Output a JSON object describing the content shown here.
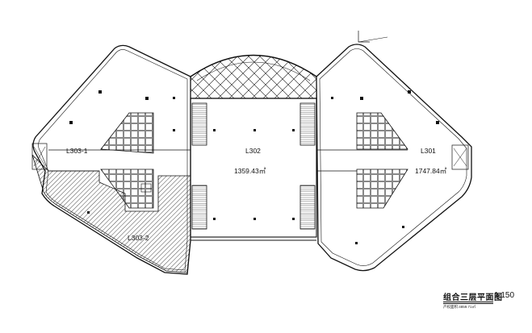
{
  "plan": {
    "rooms": {
      "l301": {
        "name": "L301",
        "area": "1747.84㎡"
      },
      "l302": {
        "name": "L302",
        "area": "1359.43㎡"
      },
      "l303_1": {
        "name": "L303-1"
      },
      "l303_2": {
        "name": "L303-2"
      }
    },
    "title": {
      "name": "组合三层平面图",
      "scale": "1:150",
      "note": "产权面积:4859.71㎡"
    }
  },
  "colors": {
    "line": "#111111",
    "hatch": "#333333",
    "background": "#ffffff"
  },
  "icons": [
    "north-arrow-icon",
    "stair-icon",
    "elevator-icon",
    "column-icon"
  ]
}
